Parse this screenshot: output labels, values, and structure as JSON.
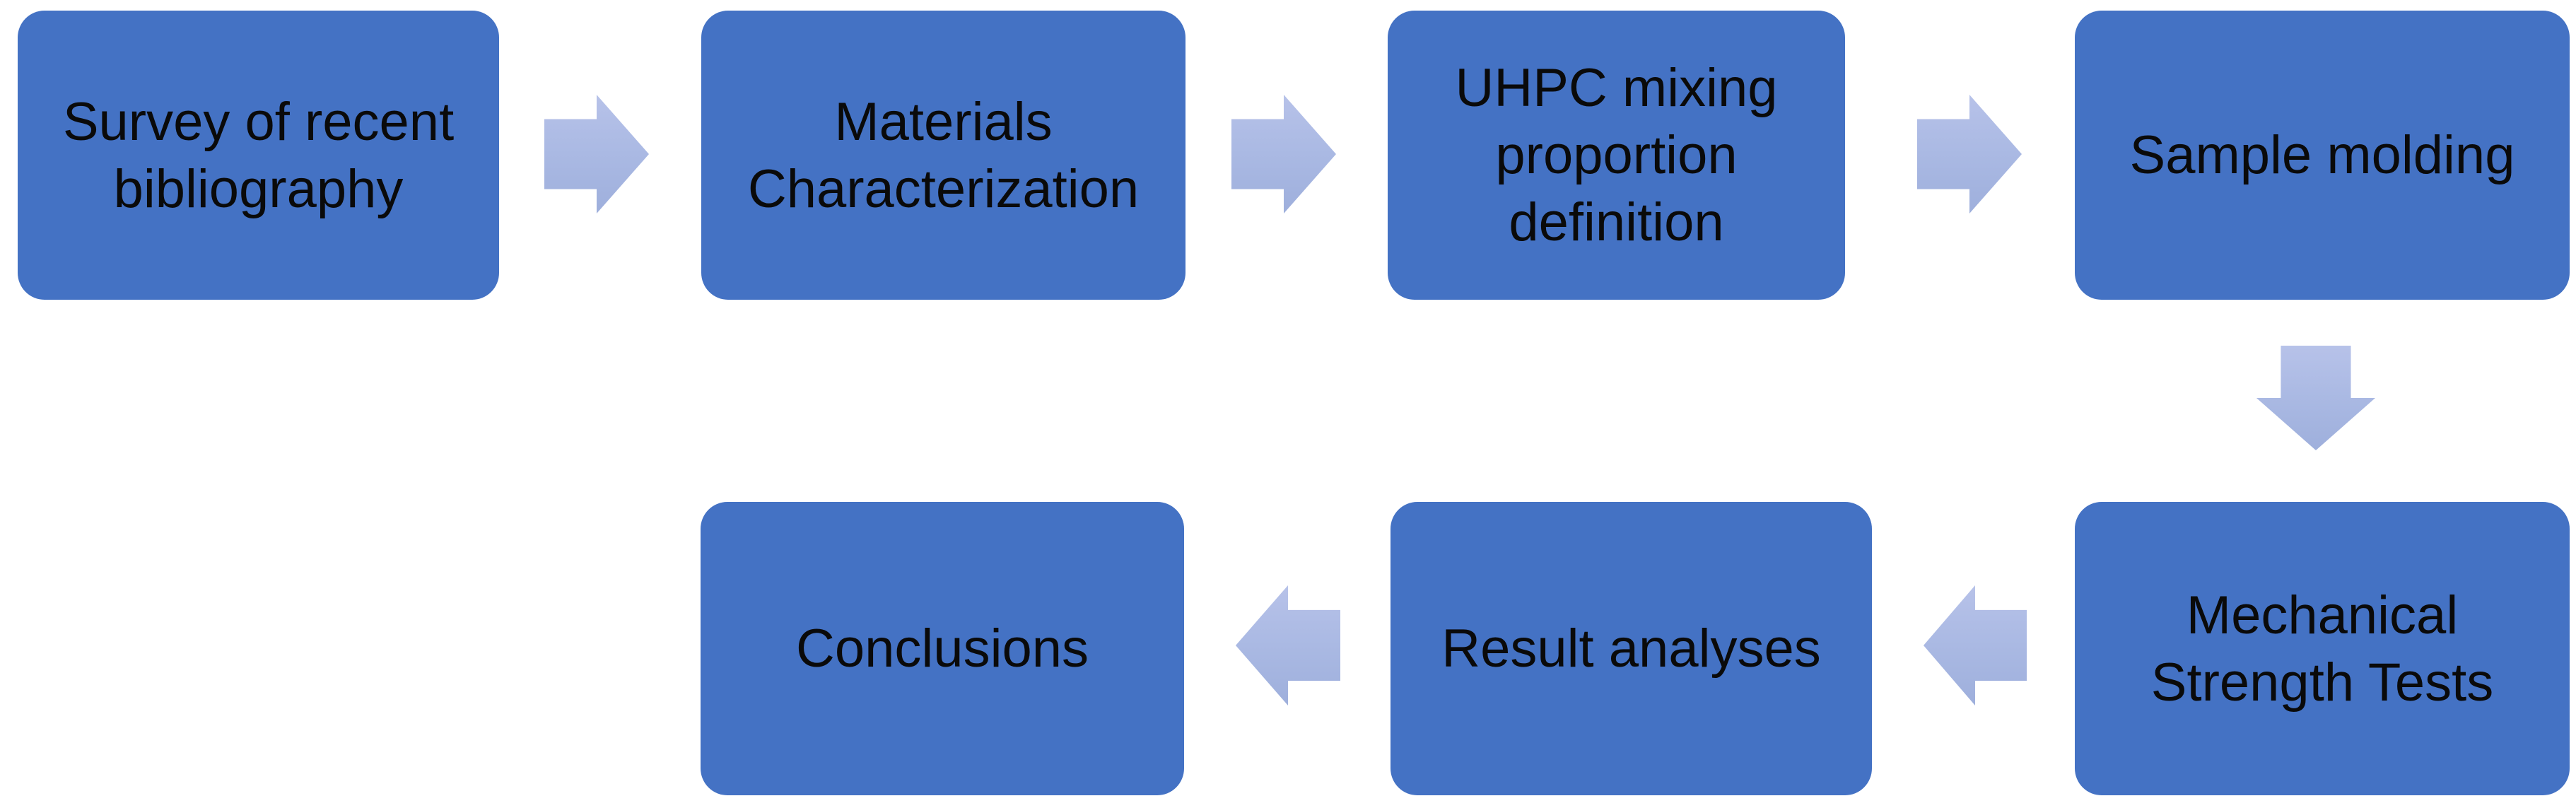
{
  "diagram_type": "flowchart",
  "colors": {
    "background": "#ffffff",
    "box_fill": "#4472c4",
    "arrow_top": "#b7c2e9",
    "arrow_mid": "#aab9e3",
    "arrow_bottom": "#9eafdc",
    "text": "#0a0a0a"
  },
  "nodes": [
    {
      "id": "survey",
      "label": "Survey of recent\nbibliography"
    },
    {
      "id": "materials",
      "label": "Materials\nCharacterization"
    },
    {
      "id": "uhpc",
      "label": "UHPC mixing\nproportion\ndefinition"
    },
    {
      "id": "sample",
      "label": "Sample molding"
    },
    {
      "id": "mechanical",
      "label": "Mechanical\nStrength Tests"
    },
    {
      "id": "result",
      "label": "Result analyses"
    },
    {
      "id": "conclusions",
      "label": "Conclusions"
    }
  ],
  "connections": [
    {
      "from": "survey",
      "to": "materials",
      "direction": "right"
    },
    {
      "from": "materials",
      "to": "uhpc",
      "direction": "right"
    },
    {
      "from": "uhpc",
      "to": "sample",
      "direction": "right"
    },
    {
      "from": "sample",
      "to": "mechanical",
      "direction": "down"
    },
    {
      "from": "mechanical",
      "to": "result",
      "direction": "left"
    },
    {
      "from": "result",
      "to": "conclusions",
      "direction": "left"
    }
  ]
}
